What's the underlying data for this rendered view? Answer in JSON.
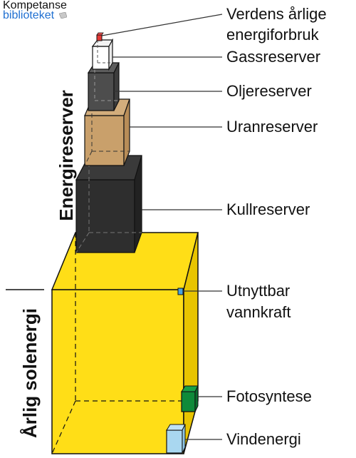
{
  "logo": {
    "line1": "Kompetanse",
    "line2": "biblioteket"
  },
  "labels": {
    "annual_consumption_line1": "Verdens årlige",
    "annual_consumption_line2": "energiforbruk",
    "gas": "Gassreserver",
    "oil": "Oljereserver",
    "uranium": "Uranreserver",
    "coal": "Kullreserver",
    "hydro_line1": "Utnyttbar",
    "hydro_line2": "vannkraft",
    "photosynthesis": "Fotosyntese",
    "wind": "Vindenergi"
  },
  "side_labels": {
    "reserves": "Energireserver",
    "solar": "Årlig solenergi"
  },
  "colors": {
    "solar": "#ffde17",
    "coal": "#2e2e2e",
    "uranium": "#c9a06b",
    "oil": "#4d4d4d",
    "gas": "#ffffff",
    "consumption": "#e53935",
    "hydro": "#4aa3df",
    "photosynthesis": "#0f8a3a",
    "wind": "#a9d7f0"
  }
}
